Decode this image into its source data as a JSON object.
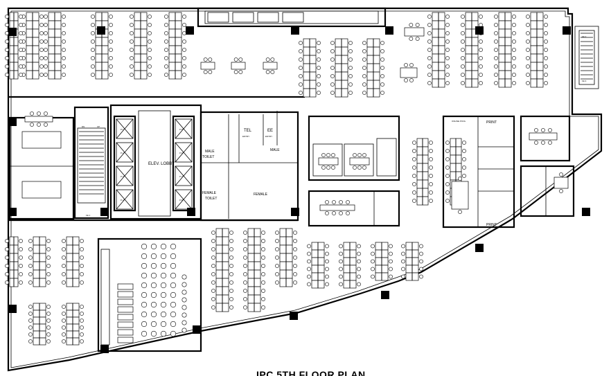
{
  "plan": {
    "title": "IPC 5TH FLOOR PLAN",
    "rooms": {
      "elevator_lobby": "ELEV. LOBBY",
      "tel": "TEL",
      "tel_sub": "ENTRY",
      "ee": "EE",
      "ee_sub": "ENTRY",
      "male_toilet_left_1": "MALE",
      "male_toilet_left_2": "TOILET",
      "male_toilet_right": "MALE",
      "female_toilet_left_1": "FEMALE",
      "female_toilet_left_2": "TOILET",
      "female_toilet_right": "FEMALE",
      "print_top": "PRINT",
      "print_bottom": "PRINT",
      "online_pool": "ONLINE POOL",
      "fe_1": "FE 1",
      "fe_2": "FE 2",
      "fe_3": "FE 3",
      "dn": "DN",
      "up": "UP"
    },
    "elevators": [
      "P-1",
      "P-2",
      "P-3",
      "P-4",
      "P-5",
      "P-6",
      "P-7",
      "P-8"
    ]
  }
}
